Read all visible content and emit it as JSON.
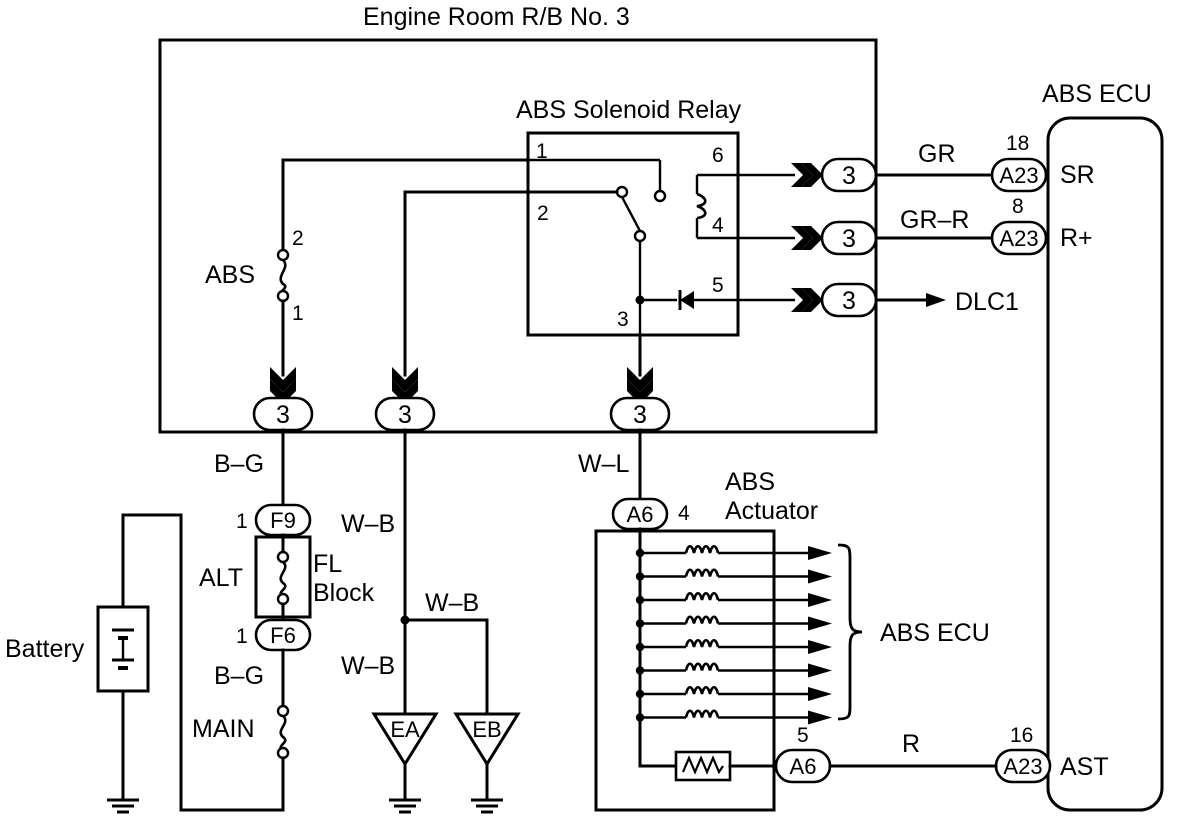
{
  "relay_block": {
    "title": "Engine Room R/B No. 3"
  },
  "relay": {
    "title": "ABS Solenoid Relay",
    "pins": {
      "p1": "1",
      "p2": "2",
      "p3": "3",
      "p4": "4",
      "p5": "5",
      "p6": "6"
    }
  },
  "ecu": {
    "title": "ABS ECU",
    "sr": "SR",
    "rplus": "R+",
    "ast": "AST",
    "pin18": "18",
    "pin8": "8",
    "pin16": "16"
  },
  "connectors": {
    "three": "3",
    "a23": "A23",
    "a6": "A6",
    "f9": "F9",
    "f6": "F6"
  },
  "wires": {
    "gr": "GR",
    "gr_r": "GR–R",
    "r": "R",
    "b_g": "B–G",
    "w_b": "W–B",
    "w_l": "W–L",
    "dlc1": "DLC1"
  },
  "fuse_abs": {
    "label": "ABS",
    "pin2": "2",
    "pin1": "1"
  },
  "fl_block": {
    "alt": "ALT",
    "fl": "FL",
    "block": "Block",
    "pin_f9": "1",
    "pin_f6": "1"
  },
  "main_fuse": {
    "label": "MAIN"
  },
  "battery": {
    "label": "Battery"
  },
  "grounds": {
    "ea": "EA",
    "eb": "EB"
  },
  "actuator": {
    "title_line1": "ABS",
    "title_line2": "Actuator",
    "pin4": "4",
    "pin5": "5",
    "solenoid_outputs": 8,
    "output_target": "ABS ECU"
  }
}
